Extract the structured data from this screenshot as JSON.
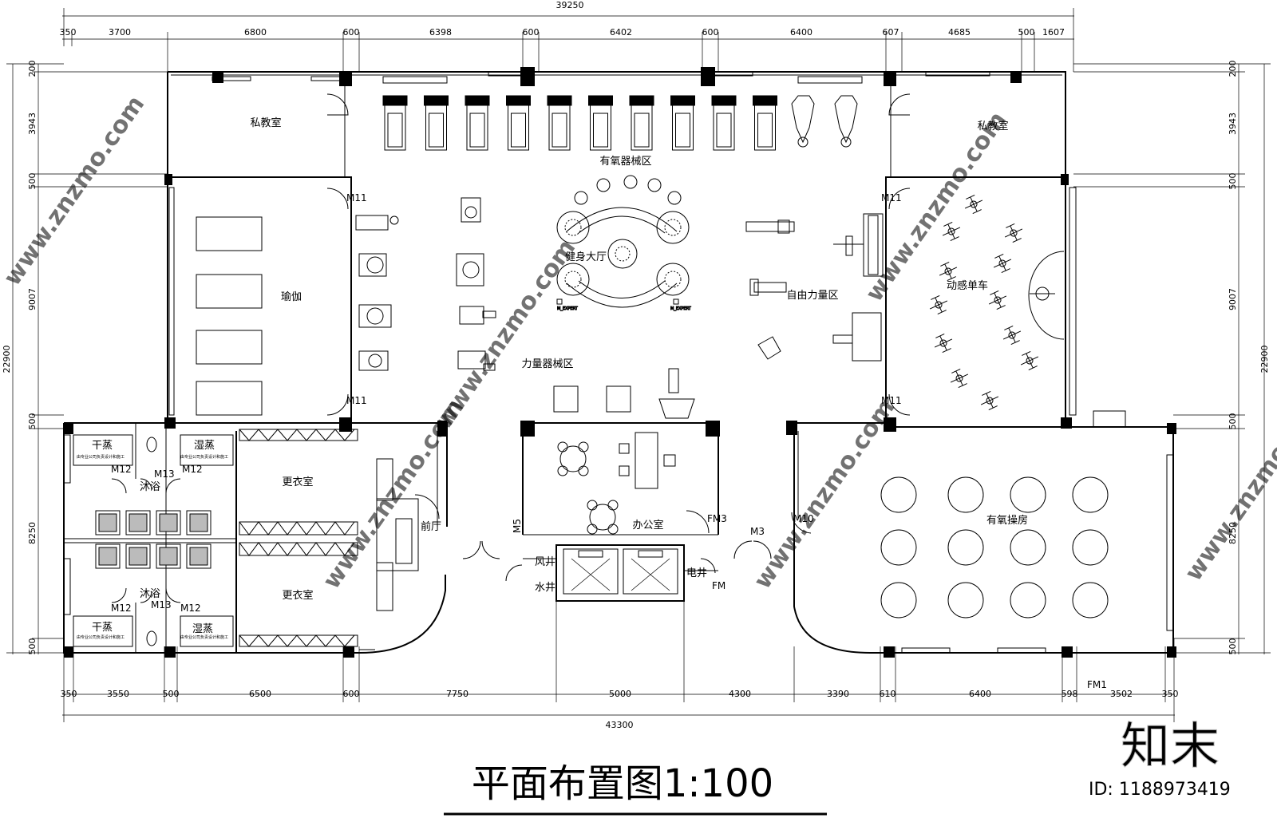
{
  "title": "平面布置图1:100",
  "dimensions": {
    "top_total": "39250",
    "top": [
      "350",
      "3700",
      "6800",
      "600",
      "6398",
      "600",
      "6402",
      "600",
      "6400",
      "607",
      "4685",
      "500",
      "1607"
    ],
    "bottom_total": "43300",
    "bottom": [
      "350",
      "3550",
      "500",
      "6500",
      "600",
      "7750",
      "5000",
      "4300",
      "3390",
      "610",
      "6400",
      "598",
      "3502",
      "350"
    ],
    "left_total": "22900",
    "left": [
      "200",
      "3943",
      "500",
      "9007",
      "500",
      "8250",
      "500"
    ],
    "right_total": "22900",
    "right": [
      "200",
      "3943",
      "500",
      "9007",
      "500",
      "8250",
      "500"
    ]
  },
  "rooms": {
    "private_left": "私教室",
    "private_right": "私教室",
    "cardio_area": "有氧器械区",
    "gym_hall": "健身大厅",
    "strength_area": "力量器械区",
    "free_weights": "自由力量区",
    "spinning": "动感单车",
    "yoga": "瑜伽",
    "locker_top": "更衣室",
    "locker_bottom": "更衣室",
    "front_hall": "前厅",
    "office": "办公室",
    "aerobic_room": "有氧操房",
    "shower_top": "沐浴",
    "shower_bottom": "沐浴",
    "dry_sauna_top": "干蒸",
    "wet_sauna_top": "湿蒸",
    "dry_sauna_bottom": "干蒸",
    "wet_sauna_bottom": "湿蒸",
    "air_shaft": "风井",
    "water_shaft": "水井",
    "elec_shaft": "电井"
  },
  "sauna_note": "由专业公司负责设计和施工",
  "doors": {
    "m11_tl": "M11",
    "m11_tr": "M11",
    "m11_bl": "M11",
    "m11_br": "M11",
    "m12_a": "M12",
    "m13_a": "M13",
    "m12_b": "M12",
    "m12_c": "M12",
    "m13_b": "M13",
    "m12_d": "M12",
    "m5": "M5",
    "fm3": "FM3",
    "m3": "M3",
    "m10": "M10",
    "fm": "FM",
    "fm1": "FM1"
  },
  "equipment_labels": {
    "expert_1": "M_EXPERT",
    "expert_2": "M_EXPERT"
  },
  "watermark": {
    "site": "www.znzmo.com",
    "brand": "知末",
    "id_text": "ID: 1188973419"
  }
}
